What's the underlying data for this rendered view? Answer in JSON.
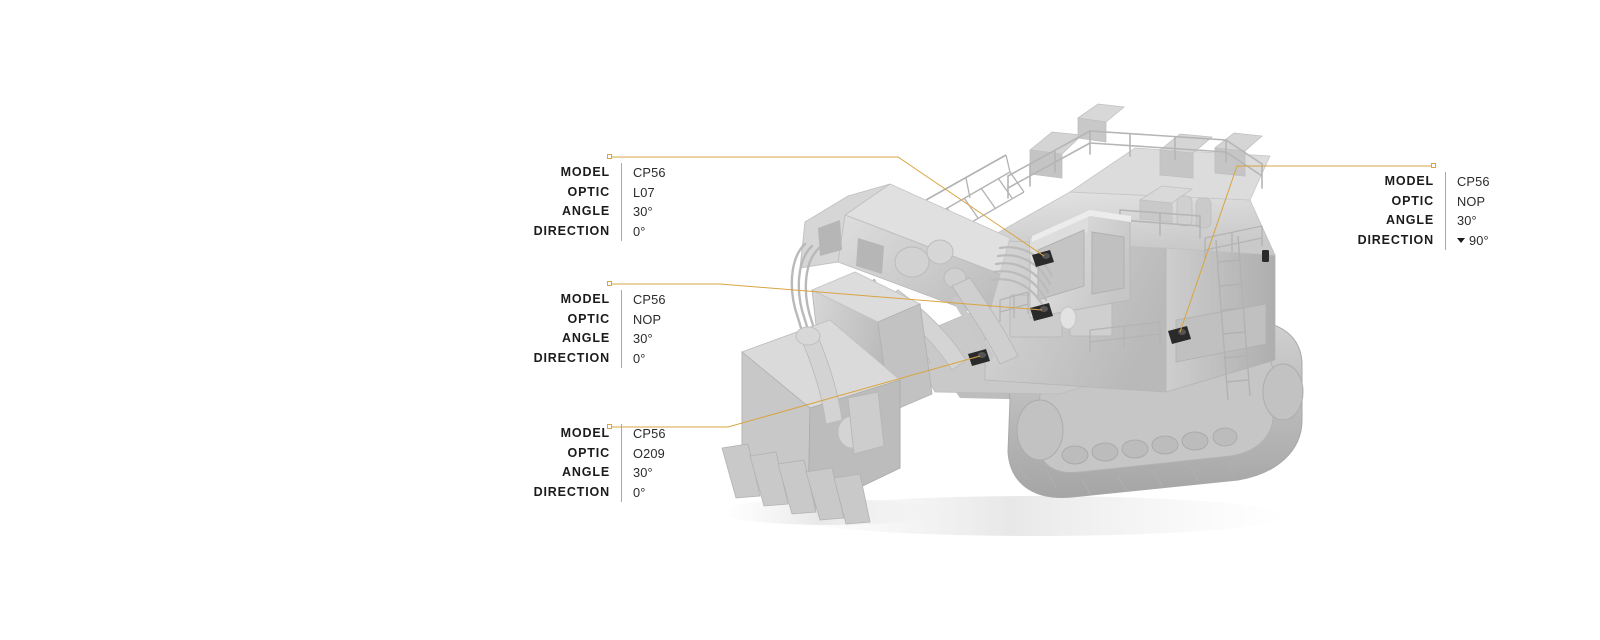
{
  "scene": {
    "subject": "hydraulic-mining-shovel",
    "background_color": "#ffffff",
    "accent_color": "#d9a441",
    "label_color": "#1b1b1b",
    "value_color": "#2b2b2b",
    "body_color": "#d2d2d2"
  },
  "field_labels": {
    "model": "MODEL",
    "optic": "OPTIC",
    "angle": "ANGLE",
    "direction": "DIRECTION"
  },
  "panels": [
    {
      "id": "panel-top-left",
      "align": "right",
      "model": "CP56",
      "optic": "L07",
      "angle": "30°",
      "direction": "0°",
      "direction_has_caret": false
    },
    {
      "id": "panel-middle-left",
      "align": "right",
      "model": "CP56",
      "optic": "NOP",
      "angle": "30°",
      "direction": "0°",
      "direction_has_caret": false
    },
    {
      "id": "panel-bottom-left",
      "align": "right",
      "model": "CP56",
      "optic": "O209",
      "angle": "30°",
      "direction": "0°",
      "direction_has_caret": false
    },
    {
      "id": "panel-top-right",
      "align": "right",
      "model": "CP56",
      "optic": "NOP",
      "angle": "30°",
      "direction": "90°",
      "direction_has_caret": true
    }
  ]
}
